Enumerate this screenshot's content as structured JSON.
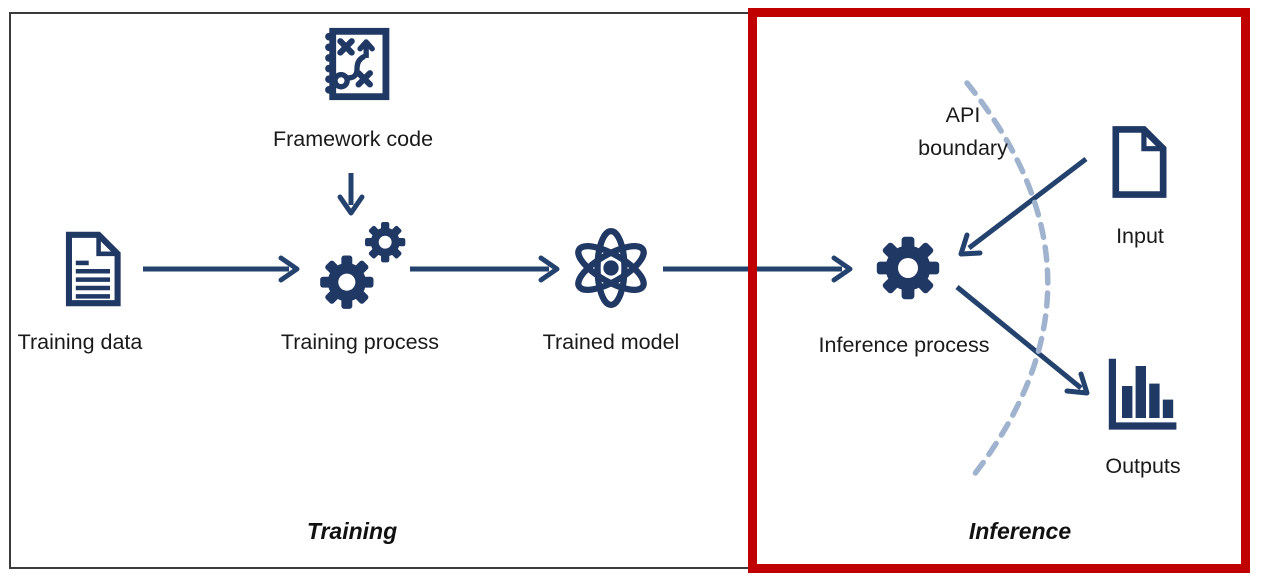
{
  "diagram": {
    "nodes": {
      "training_data": {
        "label": "Training data"
      },
      "framework_code": {
        "label": "Framework code"
      },
      "training_process": {
        "label": "Training process"
      },
      "trained_model": {
        "label": "Trained model"
      },
      "inference_process": {
        "label": "Inference process"
      },
      "input": {
        "label": "Input"
      },
      "outputs": {
        "label": "Outputs"
      }
    },
    "annotations": {
      "api_boundary_line1": "API",
      "api_boundary_line2": "boundary"
    },
    "sections": {
      "training": "Training",
      "inference": "Inference"
    },
    "icons": {
      "training_data": "document-text-icon",
      "framework_code": "strategy-playbook-icon",
      "training_process": "double-gear-icon",
      "trained_model": "atom-icon",
      "inference_process": "gear-icon",
      "input": "document-blank-icon",
      "outputs": "bar-chart-icon",
      "api_boundary": "dashed-arc"
    },
    "colors": {
      "icon_navy": "#1f3864",
      "arrow_navy": "#24426e",
      "dashed_arc": "#9fb3ce",
      "highlight_red": "#c00000",
      "text": "#1a1a1a",
      "frame": "#3b3b3b"
    }
  }
}
